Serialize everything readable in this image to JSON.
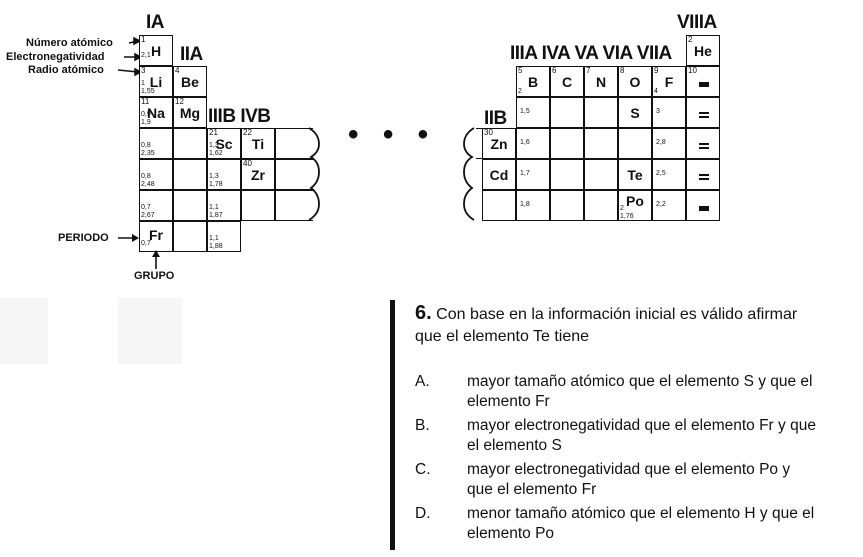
{
  "periodic_table": {
    "group_labels": {
      "ia": "IA",
      "iia": "IIA",
      "iiib_ivb": "IIIB IVB",
      "iib": "IIB",
      "iiia_to_viia": "IIIA IVA VA VIA VIIA",
      "viiia": "VIIIA"
    },
    "legend": {
      "atomic_number": "Número atómico",
      "electronegativity": "Electronegatividad",
      "atomic_radius": "Radio atómico",
      "period": "PERIODO",
      "group": "GRUPO"
    },
    "ellipsis": "• • •",
    "left_cells": {
      "h": {
        "num": "1",
        "sym": "H",
        "en": "2,1",
        "ra": ""
      },
      "li": {
        "num": "3",
        "sym": "Li",
        "en": "1",
        "ra": "1,55"
      },
      "be": {
        "num": "4",
        "sym": "Be",
        "en": "",
        "ra": ""
      },
      "na": {
        "num": "11",
        "sym": "Na",
        "en": "0,9",
        "ra": "1,9"
      },
      "mg": {
        "num": "12",
        "sym": "Mg",
        "en": "",
        "ra": ""
      },
      "p4_ia": {
        "en": "0,8",
        "ra": "2,35"
      },
      "sc": {
        "num": "21",
        "sym": "Sc",
        "en": "1,3",
        "ra": "1,62"
      },
      "ti": {
        "num": "22",
        "sym": "Ti"
      },
      "p5_ia": {
        "en": "0,8",
        "ra": "2,48"
      },
      "p5_iiib": {
        "en": "1,3",
        "ra": "1,78"
      },
      "zr": {
        "num": "40",
        "sym": "Zr"
      },
      "p6_ia": {
        "en": "0,7",
        "ra": "2,67"
      },
      "p6_iiib": {
        "en": "1,1",
        "ra": "1,87"
      },
      "fr": {
        "sym": "Fr",
        "en": "0,7",
        "ra": ""
      },
      "p7_iiib": {
        "en": "1,1",
        "ra": "1,88"
      }
    },
    "right_cells": {
      "he": {
        "num": "2",
        "sym": "He"
      },
      "b": {
        "num": "5",
        "sym": "B",
        "ra": "2"
      },
      "c": {
        "num": "6",
        "sym": "C"
      },
      "n": {
        "num": "7",
        "sym": "N"
      },
      "o": {
        "num": "8",
        "sym": "O"
      },
      "f": {
        "num": "9",
        "sym": "F",
        "ra": "4"
      },
      "ne": {
        "num": "10"
      },
      "s": {
        "sym": "S"
      },
      "p3_viia": "3",
      "p3_iiia": "1,5",
      "zn": {
        "num": "30",
        "sym": "Zn"
      },
      "p4_iiia": "1,6",
      "p4_viia": "2,8",
      "cd": {
        "sym": "Cd"
      },
      "p5_iiia": "1,7",
      "te": {
        "sym": "Te"
      },
      "p5_viia": "2,5",
      "p6_iiia": "1,8",
      "po": {
        "sym": "Po",
        "en": "2",
        "ra": "1,76"
      },
      "p6_viia": "2,2"
    }
  },
  "question": {
    "number": "6.",
    "stem": "Con base en la información inicial es válido afirmar que el elemento Te tiene",
    "options": [
      {
        "letter": "A.",
        "text": "mayor tamaño atómico que el elemento S y que el elemento Fr"
      },
      {
        "letter": "B.",
        "text": "mayor electronegatividad que el elemento Fr y que el elemento S"
      },
      {
        "letter": "C.",
        "text": "mayor electronegatividad que el elemento Po y que el elemento Fr"
      },
      {
        "letter": "D.",
        "text": "menor tamaño atómico que el elemento H y que el elemento Po"
      }
    ]
  }
}
